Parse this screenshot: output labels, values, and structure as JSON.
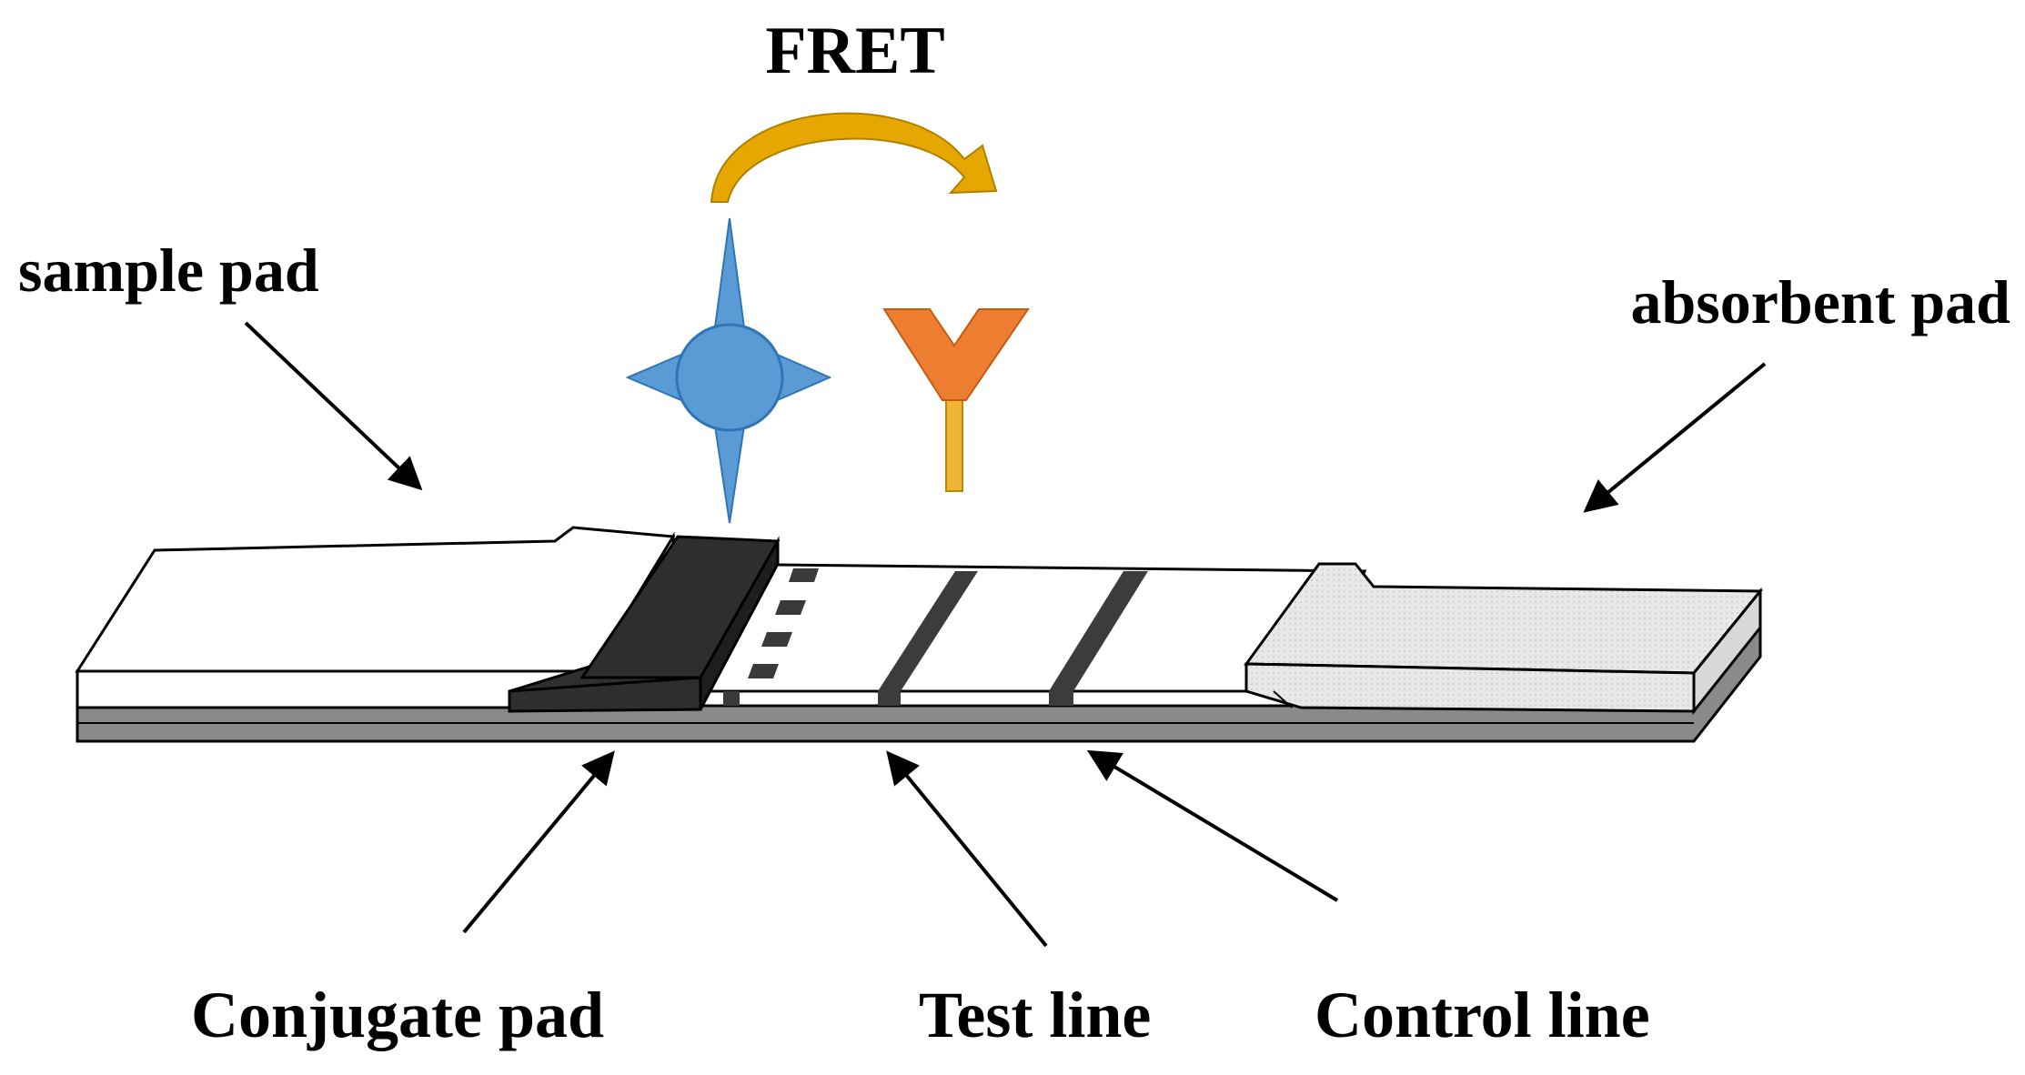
{
  "diagram": {
    "title": "FRET",
    "labels": {
      "sample_pad": "sample pad",
      "absorbent_pad": "absorbent pad",
      "conjugate_pad": "Conjugate pad",
      "test_line": "Test line",
      "control_line": "Control line"
    },
    "colors": {
      "fret_arrow": "#e6a800",
      "donor_particle": "#5b9bd5",
      "acceptor_antibody_head": "#ed7d31",
      "antibody_stem": "#f2b533",
      "conjugate_pad": "#2e2e2e",
      "test_control_lines": "#3c3c3c",
      "absorbent_pad": "#e6e6e6",
      "backing": "#808080"
    },
    "icons": {
      "donor": "star-particle-icon",
      "acceptor": "antibody-y-icon",
      "energy_transfer": "curved-arrow-icon"
    }
  }
}
